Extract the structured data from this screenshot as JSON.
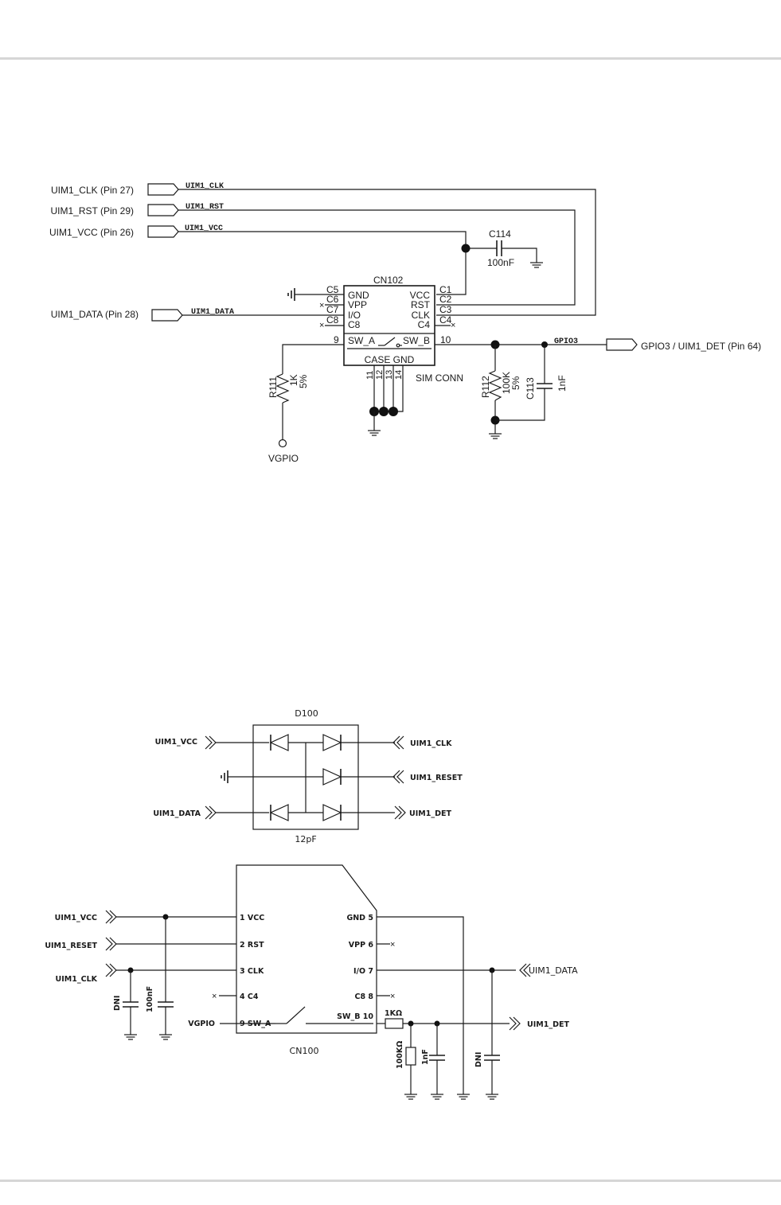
{
  "schematic1": {
    "ports": {
      "clk": "UIM1_CLK (Pin 27)",
      "rst": "UIM1_RST (Pin 29)",
      "vcc": "UIM1_VCC (Pin 26)",
      "data": "UIM1_DATA (Pin 28)",
      "gpio": "GPIO3 / UIM1_DET (Pin 64)"
    },
    "nets": {
      "clk": "UIM1_CLK",
      "rst": "UIM1_RST",
      "vcc": "UIM1_VCC",
      "data": "UIM1_DATA",
      "gpio": "GPIO3"
    },
    "connector": {
      "ref": "CN102",
      "name": "SIM CONN",
      "left_pins": [
        "C5",
        "C6",
        "C7",
        "C8"
      ],
      "left_names": [
        "GND",
        "VPP",
        "I/O",
        "C8"
      ],
      "right_pins": [
        "C1",
        "C2",
        "C3",
        "C4"
      ],
      "right_names": [
        "VCC",
        "RST",
        "CLK",
        "C4"
      ],
      "sw_a": "SW_A",
      "sw_b": "SW_B",
      "pin9": "9",
      "pin10": "10",
      "case_gnd": "CASE GND",
      "case_pins": [
        "11",
        "12",
        "13",
        "14"
      ]
    },
    "c114": {
      "ref": "C114",
      "value": "100nF"
    },
    "r111": {
      "ref": "R111",
      "value": "1K",
      "tol": "5%"
    },
    "r112": {
      "ref": "R112",
      "value": "100K",
      "tol": "5%"
    },
    "c113": {
      "ref": "C113",
      "value": "1nF"
    },
    "vgpio": "VGPIO"
  },
  "schematic2": {
    "d100": {
      "ref": "D100",
      "cap": "12pF"
    },
    "d100_ports": {
      "vcc": "UIM1_VCC",
      "data": "UIM1_DATA",
      "clk": "UIM1_CLK",
      "reset": "UIM1_RESET",
      "det": "UIM1_DET"
    },
    "cn100": {
      "ref": "CN100",
      "left": [
        "1 VCC",
        "2 RST",
        "3 CLK",
        "4 C4",
        "9 SW_A"
      ],
      "right": [
        "GND 5",
        "VPP 6",
        "I/O 7",
        "C8 8",
        "SW_B 10"
      ]
    },
    "ports": {
      "vcc": "UIM1_VCC",
      "reset": "UIM1_RESET",
      "clk": "UIM1_CLK",
      "vgpio": "VGPIO",
      "data": "UIM1_DATA",
      "det": "UIM1_DET"
    },
    "caps_left": [
      "DNI",
      "100nF"
    ],
    "r_series": "1KΩ",
    "r_pull": "100KΩ",
    "c_det": "1nF",
    "c_data": "DNI"
  }
}
